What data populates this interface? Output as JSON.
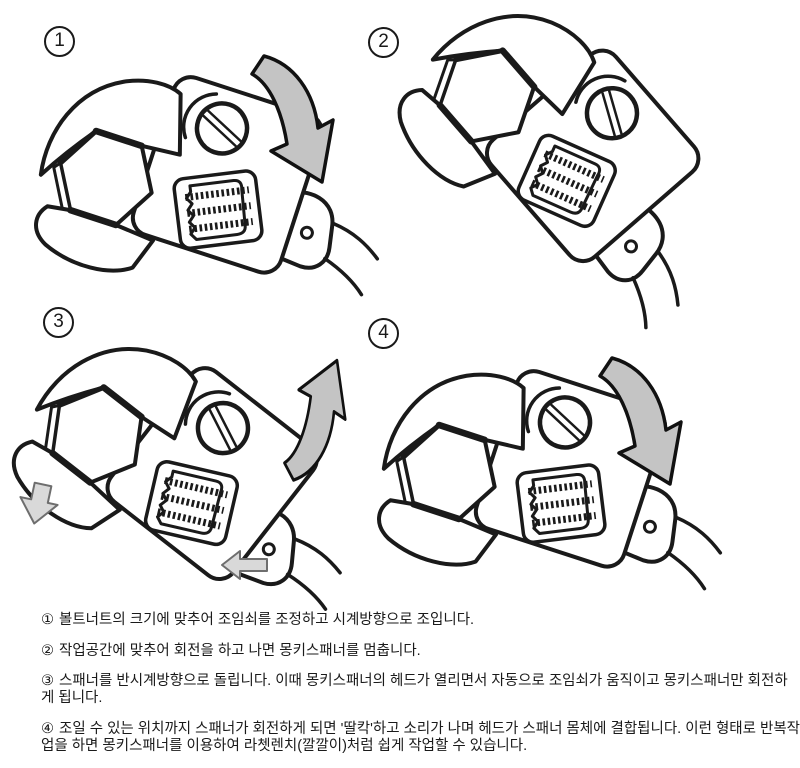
{
  "colors": {
    "line": "#1a1a1a",
    "arrow_fill": "#c4c4c4",
    "arrow_outline": "#111111",
    "small_arrow_fill": "#d9d9d9",
    "small_arrow_outline": "#6e6e6e",
    "background": "#ffffff"
  },
  "diagram": {
    "panels": [
      {
        "label": "1"
      },
      {
        "label": "2"
      },
      {
        "label": "3"
      },
      {
        "label": "4"
      }
    ]
  },
  "instructions": {
    "items": [
      {
        "num": "①",
        "text": "볼트너트의 크기에 맞추어 조임쇠를 조정하고 시계방향으로 조입니다."
      },
      {
        "num": "②",
        "text": "작업공간에 맞추어 회전을 하고 나면 몽키스패너를 멈춥니다."
      },
      {
        "num": "③",
        "text": "스패너를 반시계방향으로 돌립니다. 이때 몽키스패너의 헤드가 열리면서 자동으로 조임쇠가 움직이고 몽키스패너만 회전하게 됩니다."
      },
      {
        "num": "④",
        "text": "조일 수 있는 위치까지 스패너가 회전하게 되면 '딸칵'하고 소리가 나며 헤드가 스패너 몸체에 결합됩니다. 이런 형태로 반복작업을 하면 몽키스패너를 이용하여 라쳇렌치(깔깔이)처럼 쉽게 작업할 수 있습니다."
      }
    ]
  }
}
